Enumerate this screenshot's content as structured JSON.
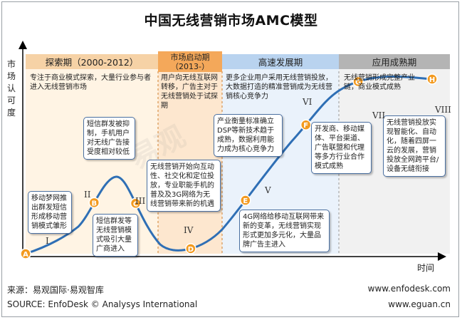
{
  "title": "中国无线营销市场AMC模型",
  "y_axis_label": "市场认可度",
  "x_axis_label": "时间",
  "source_cn": "来源：易观国际·易观智库",
  "source_en": "SOURCE: EnfoDesk © Analysys International",
  "url_enfodesk": "www.enfodesk.com",
  "url_eguan": "www.eguan.cn",
  "watermark": "易观",
  "colors": {
    "curve": "#2f6fb5",
    "marker": "#f39a1f",
    "phase1": "#f6d2a6",
    "phase2": "#f4a85a",
    "phase3": "#b9d3ef",
    "phase4": "#b4b4b4"
  },
  "chart_data": {
    "type": "line",
    "title": "中国无线营销市场AMC模型",
    "xlabel": "时间",
    "ylabel": "市场认可度",
    "phases": [
      {
        "name": "探索期（2000-2012）",
        "description": "专注于商业模式探索，大量行业参与者进入无线营销市场"
      },
      {
        "name": "市场启动期（2013-）",
        "description": "用户向无线互联网转移，广告主对于无线营销处于试探期"
      },
      {
        "name": "高速发展期",
        "description": "更多企业用户采用无线营销投放，大数据打造的精准营销成为无线营销核心竞争力"
      },
      {
        "name": "应用成熟期",
        "description": "无线营销形成完整产业链，商业模式成熟"
      }
    ],
    "markers": [
      "A",
      "B",
      "C",
      "D",
      "E",
      "F",
      "G",
      "H"
    ],
    "segment_labels": [
      "I",
      "II",
      "III",
      "IV",
      "V",
      "VI",
      "VII",
      "VIII"
    ],
    "notes": [
      {
        "id": "A",
        "text": "移动梦网推出群发短信形成移动营销模式雏形"
      },
      {
        "id": "B",
        "text": "短信群发等无线营销模式吸引大量广商进入"
      },
      {
        "id": "C",
        "text": "短信群发被抑制，手机用户对无线广告接受度相对较低"
      },
      {
        "id": "D",
        "text": "无线营销开始向互动性、社交化和定位投放，专业职能手机的普及及3G网络为无线营销带来新的机遇"
      },
      {
        "id": "E",
        "text": "4G网络给移动互联网带来新的变革，无线营销实现形式更加多元化，大量品牌广告主进入"
      },
      {
        "id": "F",
        "text": "产业衡量标准确立DSP等新技术趋于成熟，数据利用能力成为核心竞争力"
      },
      {
        "id": "G",
        "text": "开发商、移动媒体、平台渠道、广告联盟和代理等多方行业合作模式成熟"
      },
      {
        "id": "H",
        "text": "无线营销投放实现智能化、自动化，随着四屏一云的发展，营销投放全网跨平台/设备无缝衔接"
      }
    ]
  }
}
